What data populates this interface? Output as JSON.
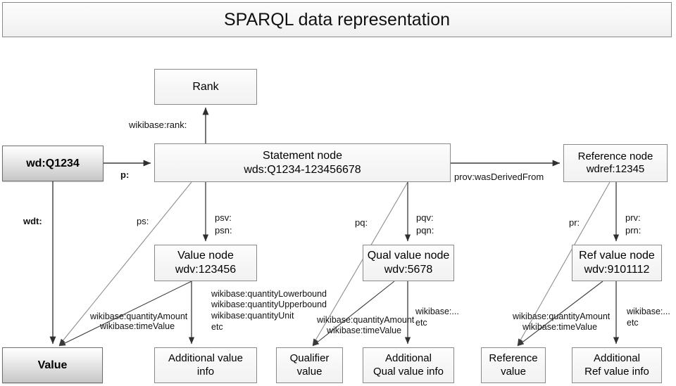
{
  "title": "SPARQL data representation",
  "nodes": {
    "rank": {
      "line1": "Rank"
    },
    "entity": {
      "line1": "wd:Q1234"
    },
    "statement": {
      "line1": "Statement node",
      "line2": "wds:Q1234-123456678"
    },
    "reference": {
      "line1": "Reference node",
      "line2": "wdref:12345"
    },
    "value_node": {
      "line1": "Value node",
      "line2": "wdv:123456"
    },
    "qual_value_node": {
      "line1": "Qual value node",
      "line2": "wdv:5678"
    },
    "ref_value_node": {
      "line1": "Ref value node",
      "line2": "wdv:9101112"
    },
    "value": {
      "line1": "Value"
    },
    "additional_value_info": {
      "line1": "Additional value",
      "line2": "info"
    },
    "qualifier_value": {
      "line1": "Qualifier",
      "line2": "value"
    },
    "additional_qual_value_info": {
      "line1": "Additional",
      "line2": "Qual value info"
    },
    "reference_value": {
      "line1": "Reference",
      "line2": "value"
    },
    "additional_ref_value_info": {
      "line1": "Additional",
      "line2": "Ref value info"
    }
  },
  "edge_labels": {
    "wikibase_rank": "wikibase:rank:",
    "p": "p:",
    "wdt": "wdt:",
    "prov_was_derived_from": "prov:wasDerivedFrom",
    "ps": "ps:",
    "psv": "psv:",
    "psn": "psn:",
    "pq": "pq:",
    "pqv": "pqv:",
    "pqn": "pqn:",
    "pr": "pr:",
    "prv": "prv:",
    "prn": "prn:",
    "value_quantity_amount": "wikibase:quantityAmount",
    "value_time_value": "wikibase:timeValue",
    "value_lowerbound": "wikibase:quantityLowerbound",
    "value_upperbound": "wikibase:quantityUpperbound",
    "value_unit": "wikibase:quantityUnit",
    "value_etc": "etc",
    "qual_quantity_amount": "wikibase:quantityAmount",
    "qual_time_value": "wikibase:timeValue",
    "qual_wikibase_ellipsis": "wikibase:...",
    "qual_etc": "etc",
    "ref_quantity_amount": "wikibase:quantityAmount",
    "ref_time_value": "wikibase:timeValue",
    "ref_wikibase_ellipsis": "wikibase:...",
    "ref_etc": "etc"
  },
  "colors": {
    "stroke": "#3b3b3b",
    "node_border": "#8a8a8a",
    "background": "#ffffff"
  }
}
